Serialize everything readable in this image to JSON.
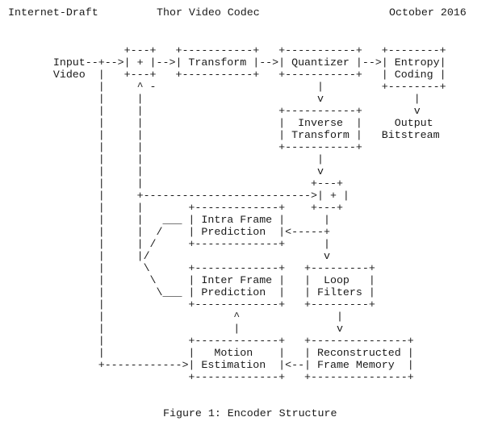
{
  "header": {
    "left": "Internet-Draft",
    "center": "Thor Video Codec",
    "right": "October 2016"
  },
  "figure": {
    "ascii": "                  +---+   +-----------+   +-----------+   +--------+\n       Input--+-->| + |-->| Transform |-->| Quantizer |-->| Entropy|\n       Video  |   +---+   +-----------+   +-----------+   | Coding |\n              |     ^ -                         |         +--------+\n              |     |                           v              |\n              |     |                     +-----------+        v\n              |     |                     |  Inverse  |     Output\n              |     |                     | Transform |   Bitstream\n              |     |                     +-----------+\n              |     |                           |\n              |     |                           v\n              |     |                          +---+\n              |     +-------------------------->| + |\n              |     |       +-------------+    +---+\n              |     |   ___ | Intra Frame |      |\n              |     |  /    | Prediction  |<-----+\n              |     | /     +-------------+      |\n              |     |/                           v\n              |      \\      +-------------+   +---------+\n              |       \\     | Inter Frame |   |  Loop   |\n              |        \\___ | Prediction  |   | Filters |\n              |             +-------------+   +---------+\n              |                    ^               |\n              |                    |               v\n              |             +-------------+   +---------------+\n              |             |   Motion    |   | Reconstructed |\n              +------------>| Estimation  |<--| Frame Memory  |\n                            +-------------+   +---------------+",
    "caption": "Figure 1: Encoder Structure",
    "nodes": [
      "Input Video",
      "+",
      "Transform",
      "Quantizer",
      "Entropy Coding",
      "Inverse Transform",
      "Output Bitstream",
      "+",
      "Intra Frame Prediction",
      "Inter Frame Prediction",
      "Loop Filters",
      "Motion Estimation",
      "Reconstructed Frame Memory"
    ]
  },
  "colors": {
    "text": "#1a1a1a",
    "background": "#ffffff"
  }
}
